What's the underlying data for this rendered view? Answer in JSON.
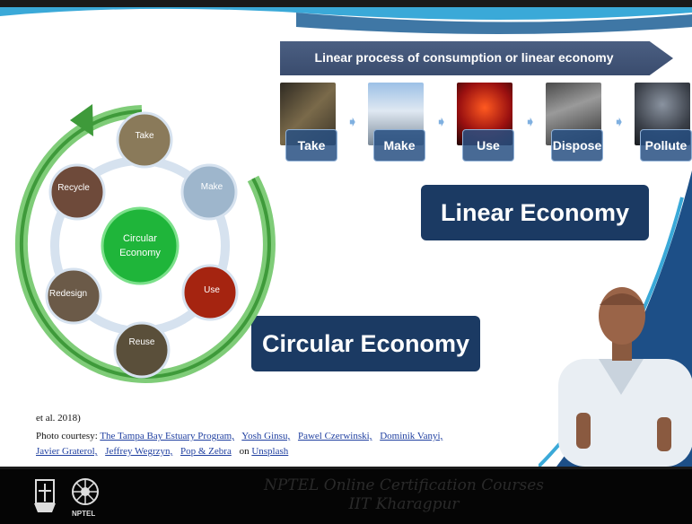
{
  "banner": {
    "title": "Linear process of consumption or linear economy"
  },
  "linear_steps": [
    "Take",
    "Make",
    "Use",
    "Dispose",
    "Pollute"
  ],
  "linear_economy_label": "Linear Economy",
  "circular_economy_label": "Circular Economy",
  "cycle": {
    "center": [
      "Circular",
      "Economy"
    ],
    "nodes": [
      "Take",
      "Make",
      "Use",
      "Reuse",
      "Redesign",
      "Recycle"
    ]
  },
  "citation": "et al. 2018)",
  "credits": {
    "prefix": "Photo courtesy:",
    "links": [
      "The Tampa Bay Estuary Program,",
      "Yosh Ginsu,",
      "Pawel Czerwinski,",
      "Dominik Vanyi,",
      "Javier Graterol,",
      "Jeffrey Wegrzyn,",
      "Pop & Zebra"
    ],
    "on": "on",
    "source": "Unsplash"
  },
  "footer": {
    "line1": "NPTEL Online Certification Courses",
    "line2": "IIT Kharagpur",
    "logo_label": "NPTEL"
  },
  "colors": {
    "banner": "#3f5276",
    "box": "#1b3a63",
    "cycle_ring": "#3e9a3a",
    "center": "#1fb53a"
  }
}
